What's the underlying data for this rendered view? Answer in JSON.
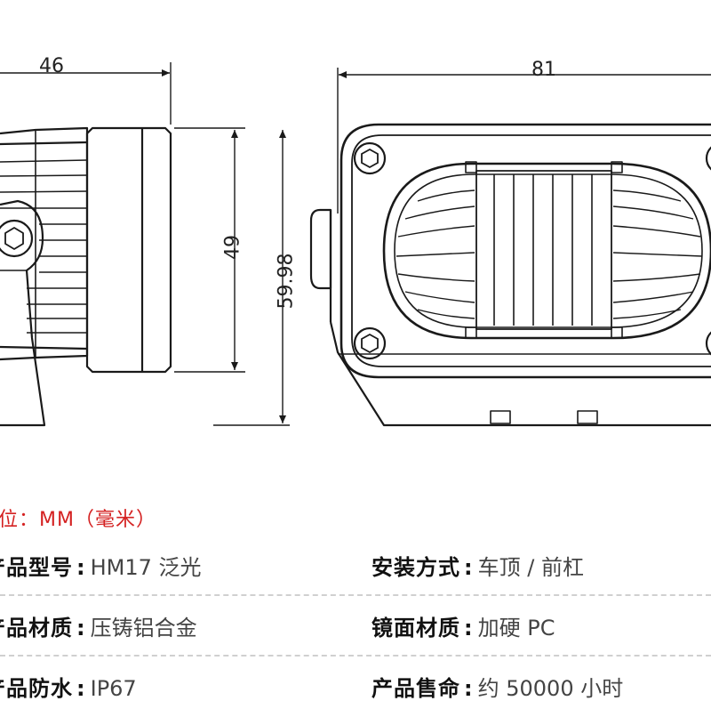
{
  "dimensions": {
    "side_width": "46",
    "front_width": "81",
    "side_height": "49",
    "overall_height": "59.98"
  },
  "unit_label": "位：MM（毫米）",
  "specs": {
    "row1": {
      "left": {
        "label": "产品型号",
        "value": "HM17 泛光"
      },
      "right": {
        "label": "安装方式",
        "value": "车顶 / 前杠"
      }
    },
    "row2": {
      "left": {
        "label": "产品材质",
        "value": "压铸铝合金"
      },
      "right": {
        "label": "镜面材质",
        "value": "加硬 PC"
      }
    },
    "row3": {
      "left": {
        "label": "产品防水",
        "value": "IP67"
      },
      "right": {
        "label": "产品售命",
        "value": "约 50000 小时"
      }
    }
  },
  "colors": {
    "line": "#1a1a1a",
    "unit_text": "#d42121",
    "dash": "#d0d0d0"
  }
}
